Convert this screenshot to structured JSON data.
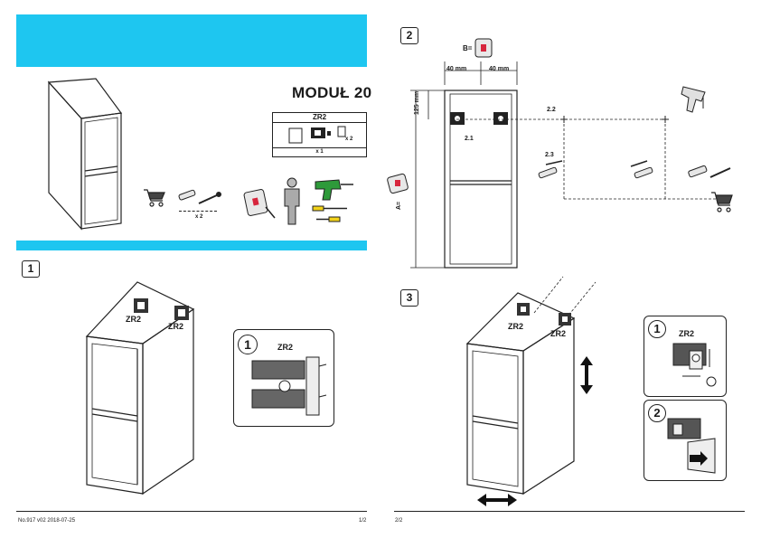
{
  "header": {
    "module_title": "MODUŁ 20"
  },
  "parts_box": {
    "code": "ZR2",
    "qty_left": "x 1",
    "qty_right": "x 2"
  },
  "hardware_qty": "x 2",
  "steps": {
    "step1": "1",
    "step2": "2",
    "step3": "3"
  },
  "step1": {
    "bracket_left": "ZR2",
    "bracket_right": "ZR2",
    "callout_num": "1",
    "callout_code": "ZR2"
  },
  "step2": {
    "measure_label": "B=",
    "left_offset": "40 mm",
    "right_offset": "40 mm",
    "height_label": "125 mm",
    "a_label": "A=",
    "sub_21": "2.1",
    "sub_22": "2.2",
    "sub_23": "2.3"
  },
  "step3": {
    "bracket_left": "ZR2",
    "bracket_right": "ZR2",
    "callout1_num": "1",
    "callout1_code": "ZR2",
    "callout2_num": "2"
  },
  "footer": {
    "doc_code": "No.917  v02  2018-07-25",
    "page_left": "1/2",
    "page_right": "2/2"
  },
  "colors": {
    "accent": "#1ec6f0",
    "ink": "#1a1a1a",
    "drill_green": "#2e9a3a",
    "tool_yellow": "#f2d21a",
    "tape_red": "#d7263d"
  }
}
